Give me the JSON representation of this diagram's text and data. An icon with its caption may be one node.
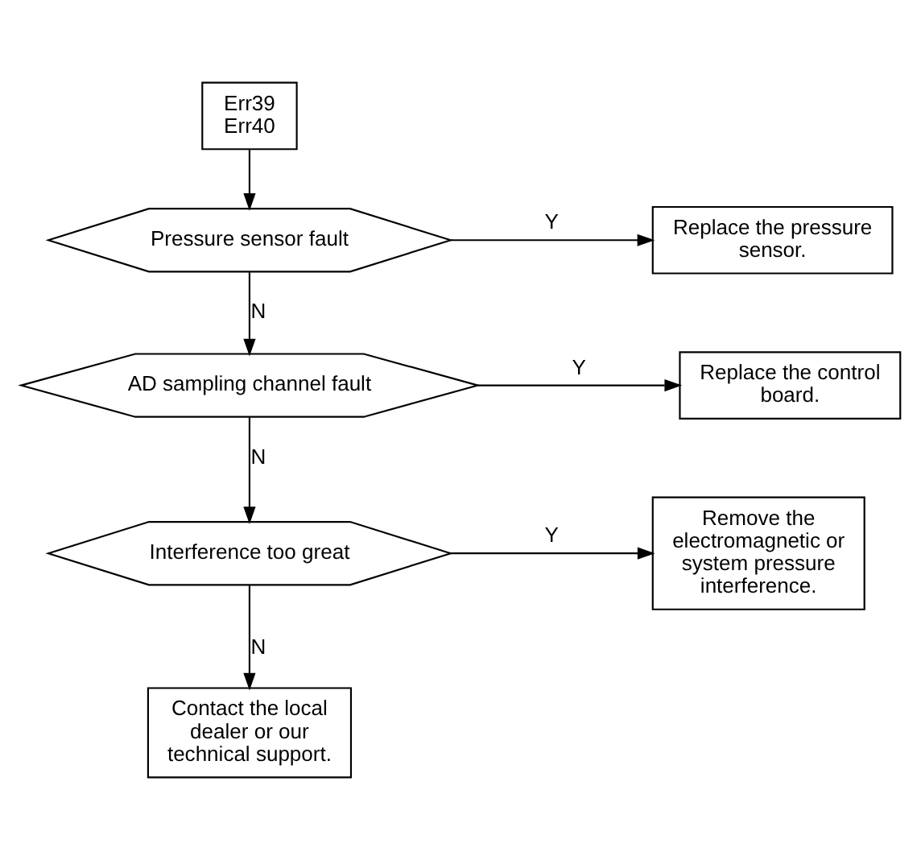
{
  "diagram": {
    "nodes": [
      {
        "text": [
          "Err39",
          "Err40"
        ]
      },
      {
        "text": [
          "Pressure sensor fault"
        ]
      },
      {
        "text": [
          "Replace the pressure sensor."
        ]
      },
      {
        "text": [
          "AD sampling channel fault"
        ]
      },
      {
        "text": [
          "Replace the control board."
        ]
      },
      {
        "text": [
          "Interference too great"
        ]
      },
      {
        "text": [
          "Remove the electromagnetic or system pressure interference."
        ]
      },
      {
        "text": [
          "Contact the local dealer or our technical support."
        ]
      }
    ],
    "edges": [
      {
        "from": 0,
        "to": 1,
        "arrow": "to"
      },
      {
        "from": 1,
        "to": 2,
        "arrow": "to",
        "label": "Y"
      },
      {
        "from": 1,
        "to": 3,
        "arrow": "to",
        "label": "N"
      },
      {
        "from": 3,
        "to": 4,
        "arrow": "to",
        "label": "Y"
      },
      {
        "from": 3,
        "to": 5,
        "arrow": "to",
        "label": "N"
      },
      {
        "from": 5,
        "to": 6,
        "arrow": "to",
        "label": "Y"
      },
      {
        "from": 5,
        "to": 7,
        "arrow": "to",
        "label": "N"
      }
    ]
  }
}
